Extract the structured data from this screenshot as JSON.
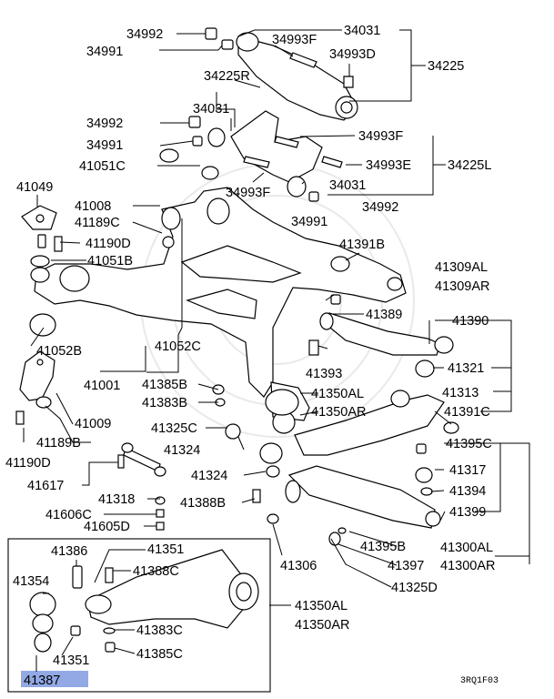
{
  "diagram_code": "3RQ1F03",
  "highlight": {
    "label": "41387",
    "color": "#93a9e6"
  },
  "labels": {
    "p34992a": "34992",
    "p34991a": "34991",
    "p34031a": "34031",
    "p34993Fa": "34993F",
    "p34993Da": "34993D",
    "p34225": "34225",
    "p34225R": "34225R",
    "p34992b": "34992",
    "p34031b": "34031",
    "p34993Fb": "34993F",
    "p34991b": "34991",
    "p41051C": "41051C",
    "p34993E": "34993E",
    "p34225L": "34225L",
    "p41049": "41049",
    "p41008": "41008",
    "p34993Fc": "34993F",
    "p34031c": "34031",
    "p41189C": "41189C",
    "p34991c": "34991",
    "p34992c": "34992",
    "p41190D": "41190D",
    "p41391B": "41391B",
    "p41051B": "41051B",
    "p41309AL": "41309AL",
    "p41309AR": "41309AR",
    "p41389": "41389",
    "p41390": "41390",
    "p41052B": "41052B",
    "p41052C": "41052C",
    "p41393": "41393",
    "p41321": "41321",
    "p41001": "41001",
    "p41385Ba": "41385B",
    "p41350ALa": "41350AL",
    "p41313": "41313",
    "p41383Ba": "41383B",
    "p41350ARa": "41350AR",
    "p41391C": "41391C",
    "p41009": "41009",
    "p41325C": "41325C",
    "p41189B": "41189B",
    "p41324a": "41324",
    "p41395C": "41395C",
    "p41190Db": "41190D",
    "p41617": "41617",
    "p41324b": "41324",
    "p41317": "41317",
    "p41318": "41318",
    "p41388B": "41388B",
    "p41394": "41394",
    "p41606C": "41606C",
    "p41399": "41399",
    "p41605D": "41605D",
    "p41386": "41386",
    "p41351a": "41351",
    "p41395B": "41395B",
    "p41300AL": "41300AL",
    "p41388C": "41388C",
    "p41306": "41306",
    "p41397": "41397",
    "p41300AR": "41300AR",
    "p41354": "41354",
    "p41325D": "41325D",
    "p41350ALb": "41350AL",
    "p41350ARb": "41350AR",
    "p41383C": "41383C",
    "p41385C": "41385C",
    "p41351b": "41351",
    "p41387": "41387"
  }
}
